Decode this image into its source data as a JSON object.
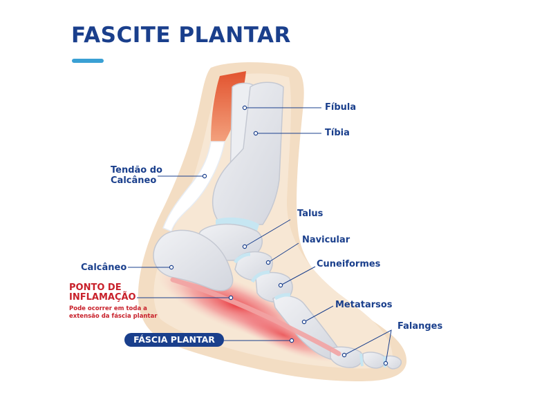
{
  "title": "FASCITE PLANTAR",
  "colors": {
    "title": "#1a3f8c",
    "accent": "#3aa0d4",
    "label": "#1a3f8c",
    "inflammation": "#c8202a",
    "skin": "#f2dcc1",
    "bone": "#e3e5ea",
    "cartilage": "#c6e6f2",
    "tendon": "#e8643a"
  },
  "labels": {
    "fibula": "Fíbula",
    "tibia": "Tíbia",
    "tendon_line1": "Tendão do",
    "tendon_line2": "Calcâneo",
    "talus": "Talus",
    "navicular": "Navicular",
    "calcaneo": "Calcâneo",
    "cuneiformes": "Cuneiformes",
    "ponto_line1": "PONTO DE",
    "ponto_line2": "INFLAMAÇÃO",
    "ponto_note1": "Pode ocorrer em toda a",
    "ponto_note2": "extensão da fáscia plantar",
    "metatarsos": "Metatarsos",
    "falanges": "Falanges",
    "fascia": "FÁSCIA PLANTAR"
  }
}
